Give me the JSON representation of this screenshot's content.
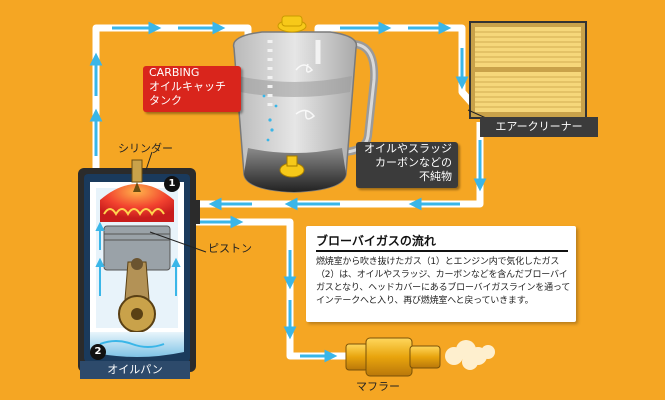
{
  "labels": {
    "carbing_line1": "CARBING",
    "carbing_line2": "オイルキャッチ",
    "carbing_line3": "タンク",
    "impurity_line1": "オイルやスラッジ",
    "impurity_line2": "カーボンなどの",
    "impurity_line3": "不純物",
    "air_cleaner": "エアークリーナー",
    "cylinder": "シリンダー",
    "piston": "ピストン",
    "oil_pan": "オイルパン",
    "muffler": "マフラー",
    "badge_1": "1",
    "badge_2": "2"
  },
  "info": {
    "title": "ブローバイガスの流れ",
    "body": "燃焼室から吹き抜けたガス（1）とエンジン内で気化したガス（2）は、オイルやスラッジ、カーボンなどを含んだブローバイガスとなり、ヘッドカバーにあるブローバイガスラインを通ってインテークへと入り、再び燃焼室へと戻っていきます。"
  },
  "colors": {
    "background": "#f5a623",
    "pipe": "#ffffff",
    "flow_arrow": "#3ab6e8",
    "carbing_box": "#d9251c",
    "label_box": "#3b3b3b",
    "tank_cap": "#f7c919",
    "air_filter": "#f6d77a",
    "muffler": "#f2b526",
    "combustion": "#e8322a"
  },
  "icons": [
    "tank-icon",
    "air-filter-icon",
    "engine-icon",
    "muffler-icon",
    "exhaust-cloud-icon"
  ]
}
